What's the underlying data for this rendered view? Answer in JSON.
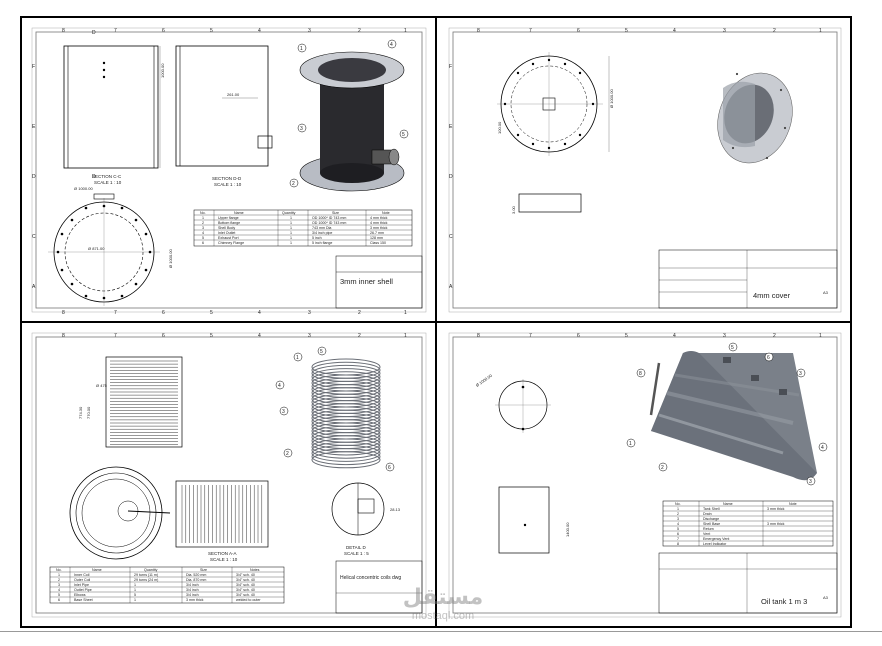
{
  "sheets": {
    "inner_shell": {
      "title": "3mm inner shell",
      "section_cc": "SECTION C-C",
      "scale_cc": "SCALE 1 : 10",
      "section_dd": "SECTION D-D",
      "scale_dd": "SCALE 1 : 10",
      "dims": [
        "Ø 1000.00",
        "Ø 871.00",
        "Ø 1000.00",
        "1000.00",
        "261.00"
      ],
      "table_headers": [
        "No.",
        "Name",
        "Quantity",
        "Size",
        "Note"
      ],
      "table_rows": [
        [
          "1",
          "Upper flange",
          "1",
          "OD 1000* ID 743 mm",
          "4 mm thick"
        ],
        [
          "2",
          "Bottom flange",
          "1",
          "OD 1000* ID 743 mm",
          "4 mm thick"
        ],
        [
          "3",
          "Shell Body",
          "1",
          "743 mm Dia",
          "3 mm thick"
        ],
        [
          "4",
          "Inlet Outlet",
          "1",
          "3/4 inch pipe",
          "26.7 mm"
        ],
        [
          "5",
          "Exhaust Port",
          "1",
          "5 inch",
          "128 mm"
        ],
        [
          "6",
          "Chimney Flange",
          "1",
          "5 inch flange",
          "Class 150"
        ]
      ],
      "balloons": [
        "1",
        "4",
        "3",
        "5",
        "2"
      ]
    },
    "cover": {
      "title": "4mm cover",
      "dims": [
        "Ø 1000.00",
        "100.00",
        "3.00"
      ],
      "sheet_size": "A3"
    },
    "coils": {
      "title": "Helical concentric coils dwg",
      "section_aa": "SECTION A-A",
      "scale_aa": "SCALE 1 : 10",
      "detail": "DETAIL D",
      "scale_detail": "SCALE 1 : 5",
      "dims": [
        "774.30",
        "770.00",
        "Ø 475",
        "28.13"
      ],
      "table_headers": [
        "No.",
        "Name",
        "Quantity",
        "Size",
        "Notes"
      ],
      "table_rows": [
        [
          "1",
          "Inner Coil",
          "29 turns (11 m)",
          "Dia. 520 mm",
          "3/4\" sch. 40"
        ],
        [
          "2",
          "Outer Coil",
          "29 turns (24 m)",
          "Dia. 870 mm",
          "3/4\" sch. 40"
        ],
        [
          "3",
          "Inlet Pipe",
          "1",
          "3/4 inch",
          "3/4\" sch. 40"
        ],
        [
          "4",
          "Outlet Pipe",
          "1",
          "3/4 inch",
          "3/4\" sch. 40"
        ],
        [
          "5",
          "Elbows",
          "5",
          "3/4 inch",
          "3/4\" sch. 40"
        ],
        [
          "6",
          "Base Sheet",
          "1",
          "3 mm thick",
          "welded to outer"
        ]
      ],
      "balloons": [
        "1",
        "2",
        "3",
        "4",
        "5",
        "6"
      ]
    },
    "oil_tank": {
      "title": "Oil tank 1 m 3",
      "sheet_size": "A3",
      "table_headers": [
        "No.",
        "Name",
        "Note"
      ],
      "table_rows": [
        [
          "1",
          "Tank Shell",
          "3 mm thick"
        ],
        [
          "2",
          "Drain",
          ""
        ],
        [
          "3",
          "Discharge",
          ""
        ],
        [
          "4",
          "Shell Base",
          "3 mm thick"
        ],
        [
          "5",
          "Return",
          ""
        ],
        [
          "6",
          "Vent",
          ""
        ],
        [
          "7",
          "Emergency Vent",
          ""
        ],
        [
          "8",
          "Level Indicator",
          ""
        ]
      ],
      "balloons": [
        "5",
        "6",
        "3",
        "8",
        "1",
        "2",
        "4",
        "3"
      ],
      "dims": [
        "Ø 1000.00",
        "1400.00"
      ]
    }
  },
  "watermark": {
    "arabic": "مستقل",
    "latin": "mostaql.com"
  },
  "colors": {
    "line": "#000000",
    "metal_dark": "#2a2a2e",
    "metal_mid": "#8a8f99",
    "metal_light": "#c9ccd2"
  }
}
